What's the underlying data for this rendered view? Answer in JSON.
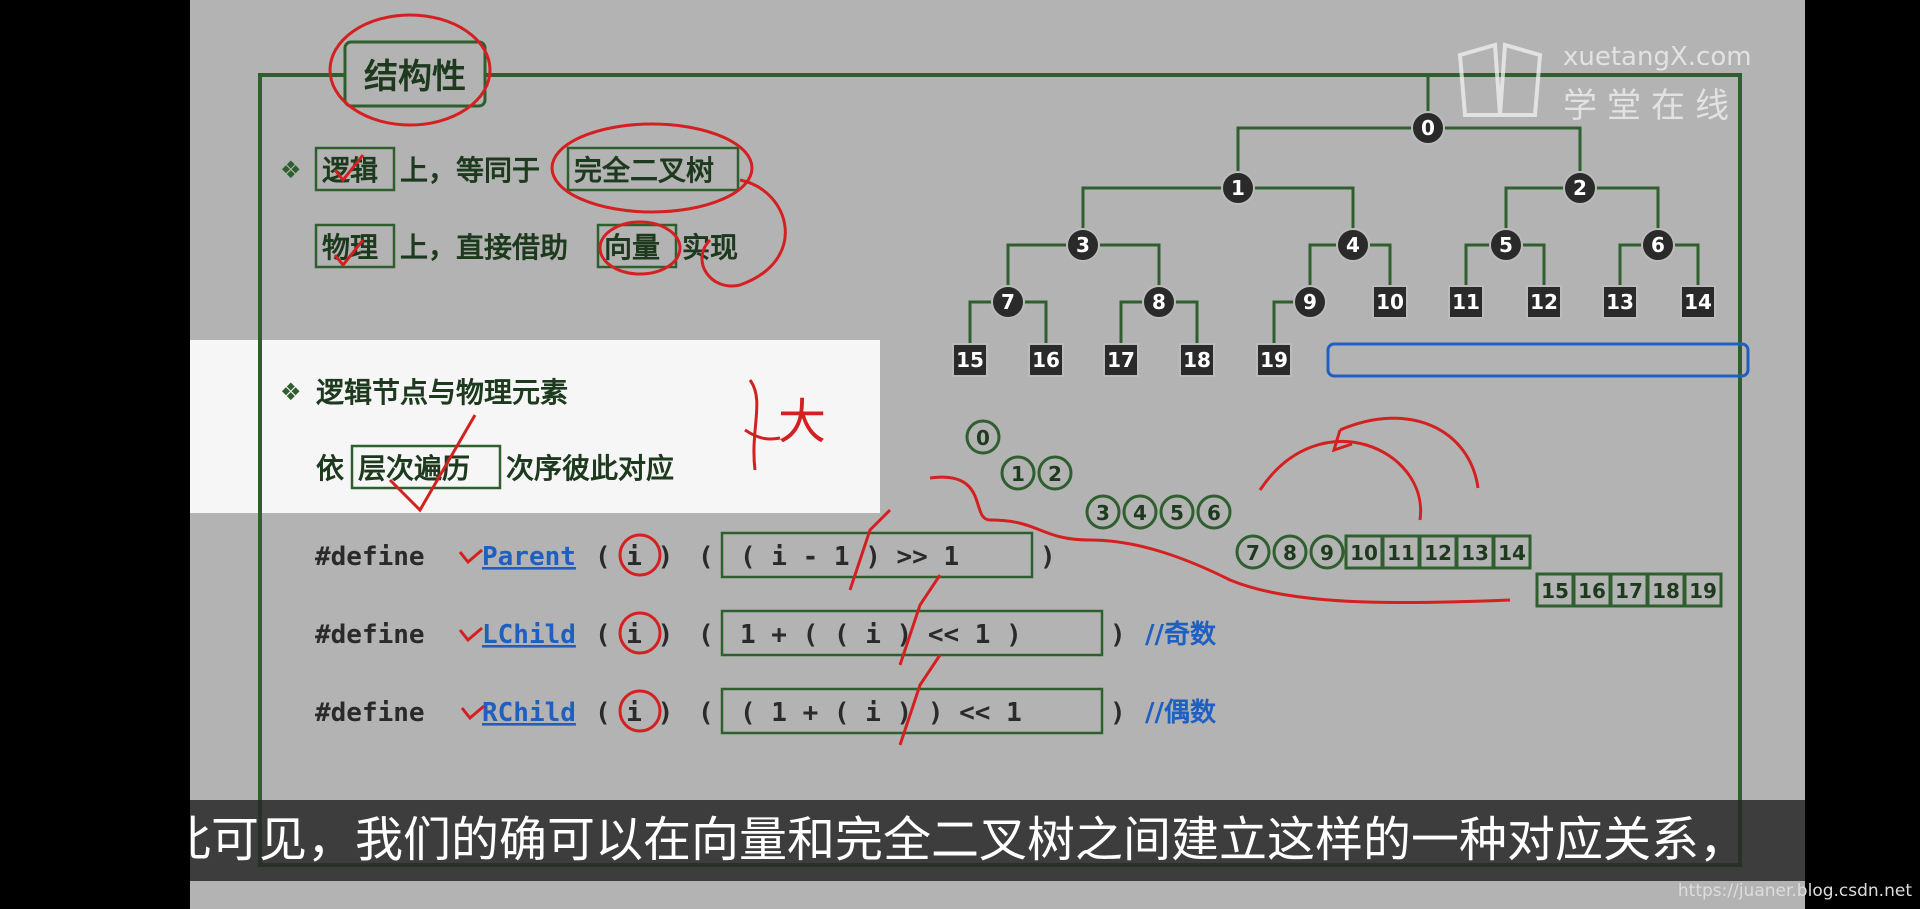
{
  "title": "结构性",
  "bullet1": {
    "box1": "逻辑",
    "text1": "上，等同于",
    "box2": "完全二叉树"
  },
  "bullet1b": {
    "box1": "物理",
    "text1": "上，直接借助",
    "box2": "向量",
    "text2": "实现"
  },
  "bullet2": {
    "text": "逻辑节点与物理元素"
  },
  "bullet2b": {
    "text1": "依",
    "box": "层次遍历",
    "text2": "次序彼此对应"
  },
  "defines": [
    {
      "kw": "#define",
      "name": "Parent",
      "args": "( i )",
      "open": "(",
      "body": "( i - 1 ) >> 1",
      "close": ")",
      "comment": ""
    },
    {
      "kw": "#define",
      "name": "LChild",
      "args": "( i )",
      "open": "(",
      "body": "1 + ( ( i ) << 1 )",
      "close": ")",
      "comment": "//奇数"
    },
    {
      "kw": "#define",
      "name": "RChild",
      "args": "( i )",
      "open": "(",
      "body": "( 1 + ( i ) ) << 1",
      "close": ")",
      "comment": "//偶数"
    }
  ],
  "tree_nodes": [
    "0",
    "1",
    "2",
    "3",
    "4",
    "5",
    "6",
    "7",
    "8",
    "9",
    "10",
    "11",
    "12",
    "13",
    "14",
    "15",
    "16",
    "17",
    "18",
    "19"
  ],
  "levels": [
    [
      "0"
    ],
    [
      "1",
      "2"
    ],
    [
      "3",
      "4",
      "5",
      "6"
    ],
    [
      "7",
      "8",
      "9",
      "10",
      "11",
      "12",
      "13",
      "14"
    ],
    [
      "15",
      "16",
      "17",
      "18",
      "19"
    ]
  ],
  "annotation": "大",
  "logo": {
    "en": "xuetangX.com",
    "cn": "学堂在线"
  },
  "subtitle": "由此可见，我们的确可以在向量和完全二叉树之间建立这样的一种对应关系，",
  "watermark": "https://juaner.blog.csdn.net",
  "colors": {
    "frame": "#2f5e2f",
    "node": "#2a2a2a",
    "red": "#d42020",
    "blue": "#1f5fc0",
    "highlight": "#f6f6f6",
    "slide": "#b3b3b3"
  }
}
